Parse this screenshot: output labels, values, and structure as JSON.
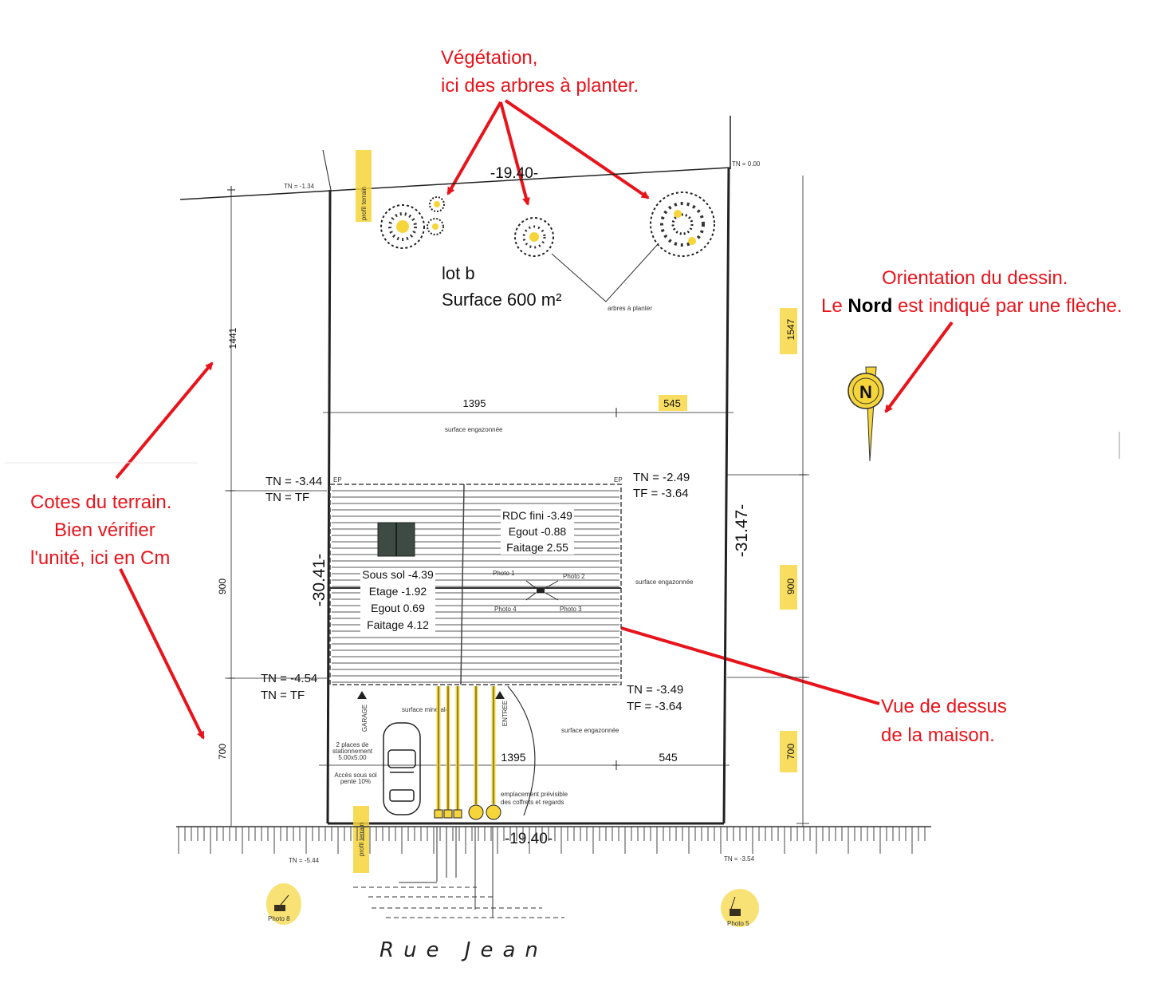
{
  "annotations": {
    "vegetation_l1": "Végétation,",
    "vegetation_l2": "ici des arbres à planter.",
    "orientation_l1": "Orientation du dessin.",
    "orientation_l2_pre": "Le ",
    "orientation_l2_bold": "Nord",
    "orientation_l2_post": " est indiqué par une flèche.",
    "cotes_l1": "Cotes du terrain.",
    "cotes_l2": "Bien vérifier",
    "cotes_l3": "l'unité, ici en Cm",
    "vue_l1": "Vue de dessus",
    "vue_l2": "de la maison."
  },
  "plan": {
    "lot": "lot b",
    "surface": "Surface 600 m²",
    "arbres_label": "arbres à planter",
    "top_width": "-19.40-",
    "bottom_width": "-19.40-",
    "left_depth": "-30.41-",
    "right_depth": "-31.47-",
    "tn_top_left": "TN = -1.34",
    "tn_top_right": "TN = 0.00",
    "tn_bottom_left": "TN = -5.44",
    "tn_bottom_right": "TN = -3.54",
    "profil_terrain": "profil terrain",
    "house_tl_tn": "TN = -3.44",
    "house_tl_tf": "TN = TF",
    "house_tr_tn": "TN = -2.49",
    "house_tr_tf": "TF = -3.64",
    "house_bl_tn": "TN = -4.54",
    "house_bl_tf": "TN = TF",
    "house_br_tn": "TN = -3.49",
    "house_br_tf": "TF = -3.64",
    "rdc_1": "RDC fini -3.49",
    "rdc_2": "Egout -0.88",
    "rdc_3": "Faitage 2.55",
    "ss_1": "Sous sol -4.39",
    "ss_2": "Etage -1.92",
    "ss_3": "Egout 0.69",
    "ss_4": "Faitage 4.12",
    "dim_1395_top": "1395",
    "dim_545_top": "545",
    "dim_1395_bottom": "1395",
    "dim_545_bottom": "545",
    "dim_left_1441": "1441",
    "dim_left_900": "900",
    "dim_left_700": "700",
    "dim_right_1547": "1547",
    "dim_right_900": "900",
    "dim_right_700": "700",
    "surface_engazonnee_1": "surface engazonnée",
    "surface_engazonnee_2": "surface engazonnée",
    "surface_engazonnee_3": "surface engazonnée",
    "surface_minerale": "surface minérale",
    "garage": "GARAGE",
    "entree": "ENTREE",
    "parking_1": "2 places de",
    "parking_2": "stationnement",
    "parking_3": "5.00x5.00",
    "acces_1": "Accès sous sol",
    "acces_2": "pente 10%",
    "coffrets_1": "emplacement prévisible",
    "coffrets_2": "des coffrets et regards",
    "photo_1": "Photo 1",
    "photo_2": "Photo 2",
    "photo_3": "Photo 3",
    "photo_4": "Photo 4",
    "photo_5": "Photo 5",
    "photo_8": "Photo 8",
    "ep_left": "EP",
    "ep_right": "EP",
    "north": "N",
    "street": "Rue Jean"
  },
  "colors": {
    "annotation": "#e8141b",
    "highlight": "#f6d53a",
    "line": "#222222"
  }
}
